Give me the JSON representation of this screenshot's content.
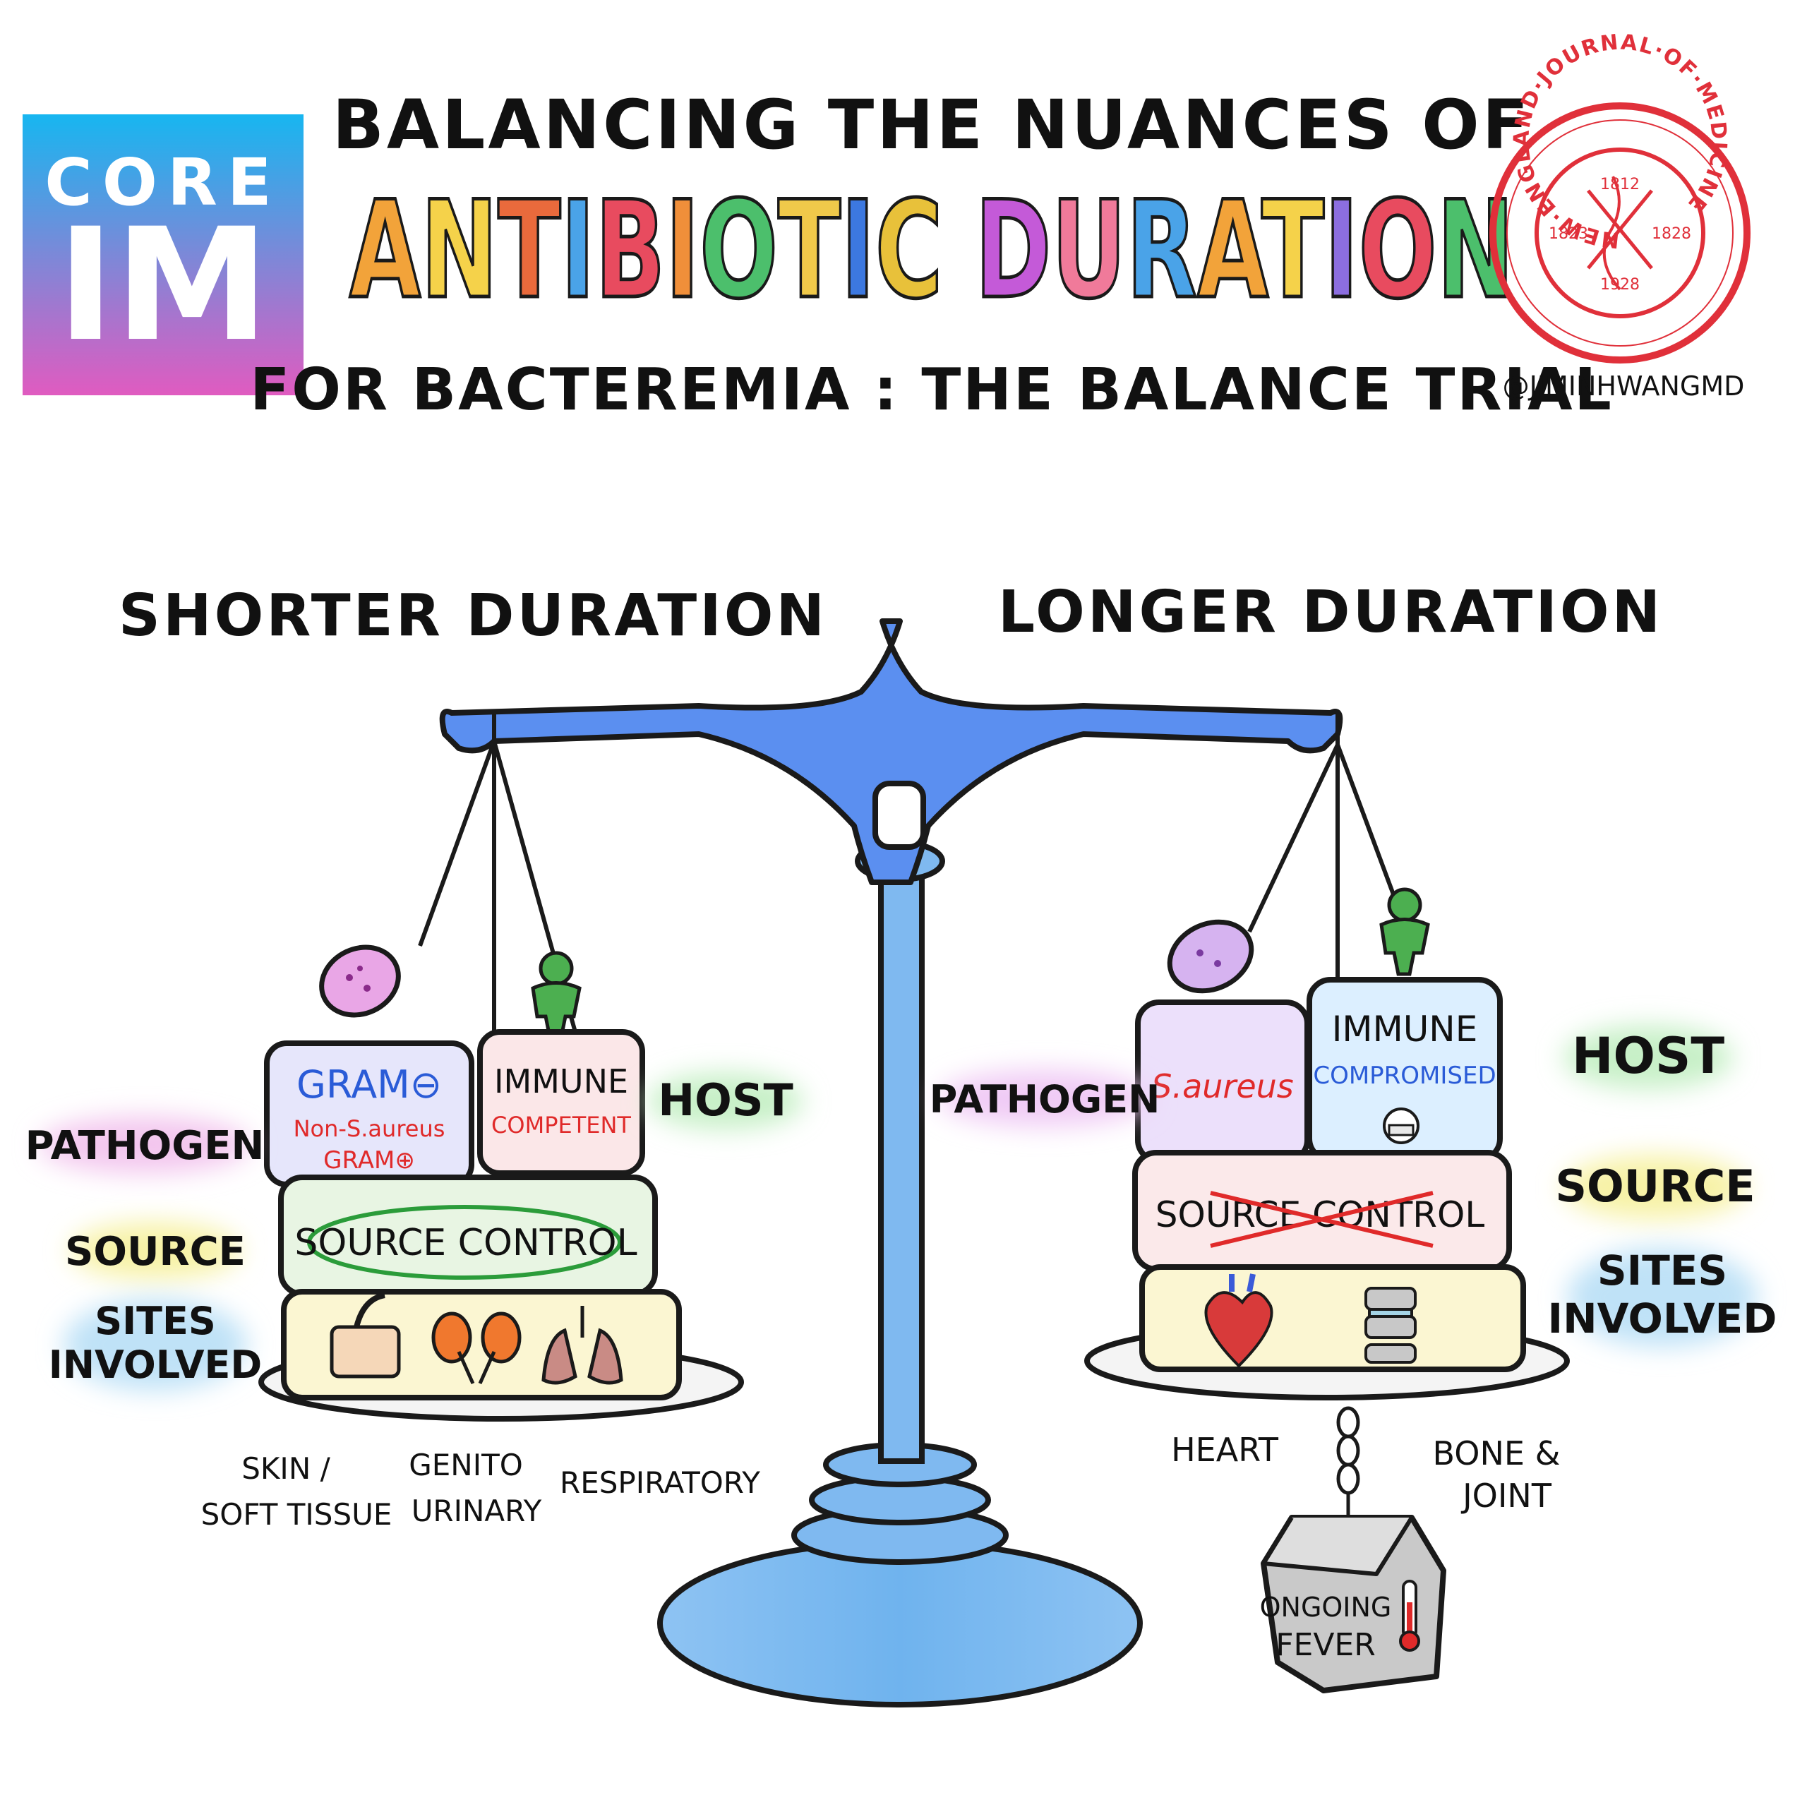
{
  "logo": {
    "line1": "CORE",
    "line2": "IM",
    "gradient_top": "#17b6f0",
    "gradient_bottom": "#e05bc0"
  },
  "title": {
    "line1": "BALANCING THE NUANCES OF",
    "main_letters": [
      "A",
      "N",
      "T",
      "I",
      "B",
      "I",
      "O",
      "T",
      "I",
      "C",
      " ",
      "D",
      "U",
      "R",
      "A",
      "T",
      "I",
      "O",
      "N"
    ],
    "main_colors": [
      "#f2a33a",
      "#f5d24a",
      "#e96a3c",
      "#4aa3e8",
      "#e84b5f",
      "#f08f3a",
      "#4cbf6c",
      "#f0c94a",
      "#3c78e0",
      "#e8c13a",
      "#ffffff",
      "#c45ad8",
      "#f07a9a",
      "#4aa3e8",
      "#f2a33a",
      "#f5d24a",
      "#8c6ee0",
      "#e84b5f",
      "#4cbf6c"
    ],
    "line3": "FOR  BACTEREMIA : THE BALANCE TRIAL"
  },
  "seal": {
    "ring_text": "NEW·ENGLAND·JOURNAL·OF·MEDICINE",
    "year_top": "1812",
    "year_left": "1823",
    "year_right": "1828",
    "year_bottom": "1928",
    "handle": "@JIMINHWANGMD",
    "color": "#e0303a"
  },
  "scale_color": "#5b8ff0",
  "left": {
    "heading": "SHORTER DURATION",
    "pathogen_label": "PATHOGEN",
    "host_label": "HOST",
    "source_label": "SOURCE",
    "sites_label_1": "SITES",
    "sites_label_2": "INVOLVED",
    "gram_box": {
      "line1": "GRAM⊖",
      "line2": "Non-S.aureus",
      "line3": "GRAM⊕"
    },
    "immune_box": {
      "line1": "IMMUNE",
      "line2": "COMPETENT"
    },
    "source_box": "SOURCE CONTROL",
    "site_labels": [
      {
        "line1": "SKIN /",
        "line2": "SOFT TISSUE"
      },
      {
        "line1": "GENITO",
        "line2": "URINARY"
      },
      {
        "line1": "RESPIRATORY",
        "line2": ""
      }
    ]
  },
  "right": {
    "heading": "LONGER DURATION",
    "pathogen_label": "PATHOGEN",
    "host_label": "HOST",
    "source_label": "SOURCE",
    "sites_label_1": "SITES",
    "sites_label_2": "INVOLVED",
    "pathogen_box": "S.aureus",
    "immune_box": {
      "line1": "IMMUNE",
      "line2": "COMPROMISED"
    },
    "source_box": "SOURCE CONTROL",
    "site_labels": [
      {
        "line1": "HEART",
        "line2": ""
      },
      {
        "line1": "BONE &",
        "line2": "JOINT"
      }
    ],
    "weight": {
      "line1": "ONGOING",
      "line2": "FEVER"
    }
  }
}
